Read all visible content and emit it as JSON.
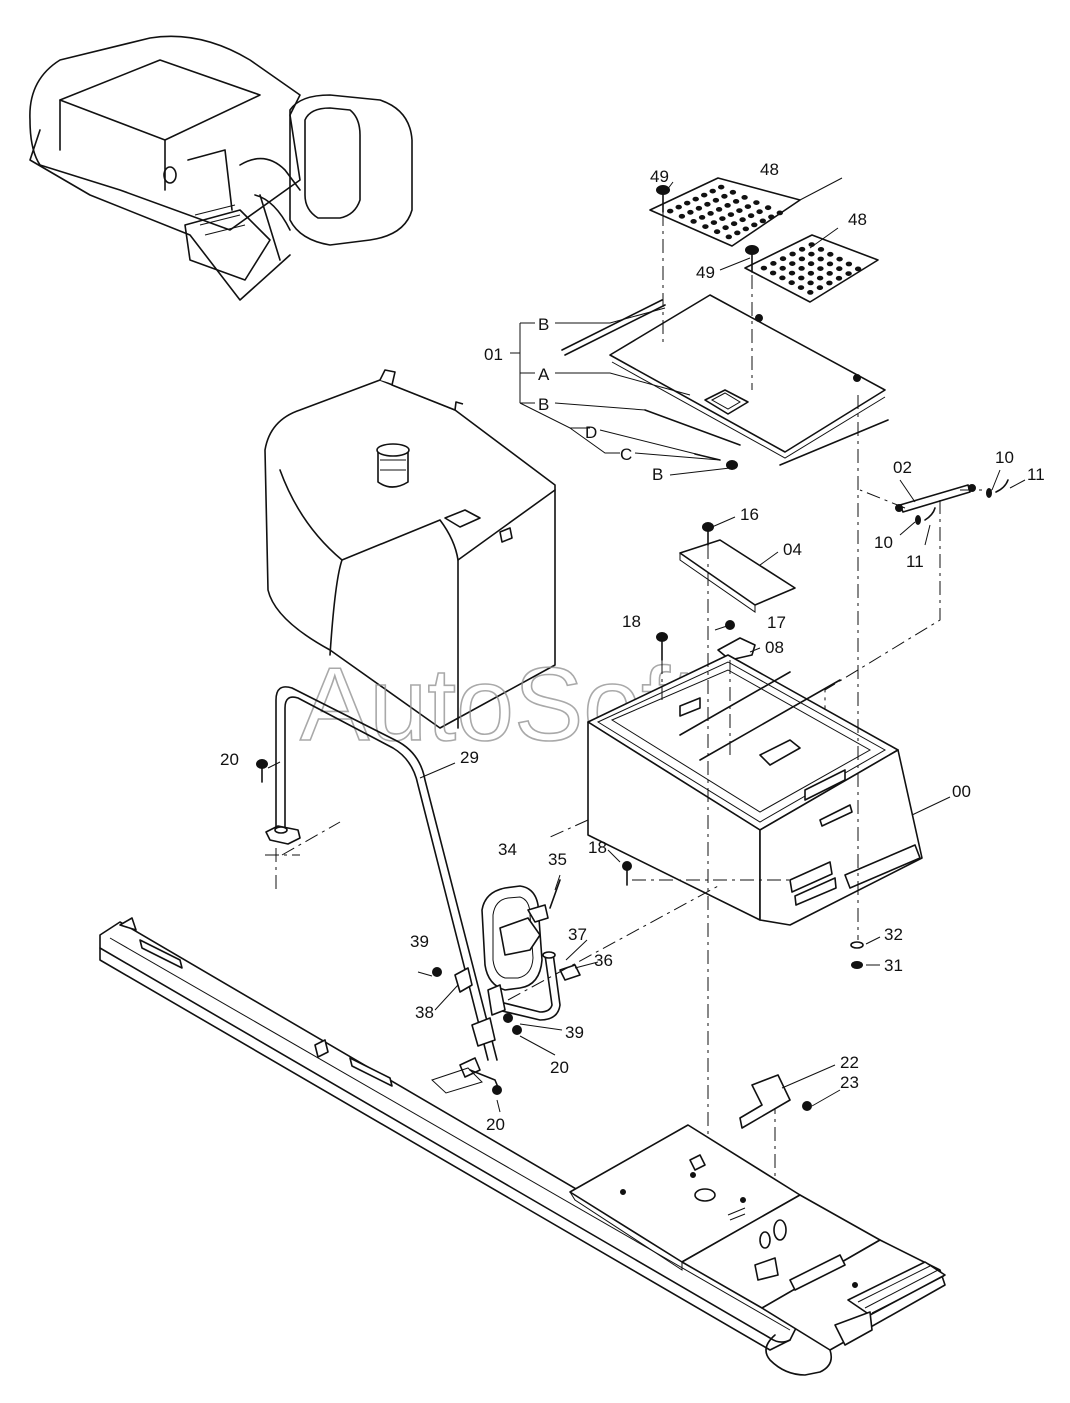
{
  "watermark": "AutoSoft",
  "callouts": [
    {
      "id": "c-49a",
      "text": "49"
    },
    {
      "id": "c-48a",
      "text": "48"
    },
    {
      "id": "c-48b",
      "text": "48"
    },
    {
      "id": "c-49b",
      "text": "49"
    },
    {
      "id": "c-B1",
      "text": "B"
    },
    {
      "id": "c-01",
      "text": "01"
    },
    {
      "id": "c-A",
      "text": "A"
    },
    {
      "id": "c-B2",
      "text": "B"
    },
    {
      "id": "c-D",
      "text": "D"
    },
    {
      "id": "c-C",
      "text": "C"
    },
    {
      "id": "c-B3",
      "text": "B"
    },
    {
      "id": "c-02",
      "text": "02"
    },
    {
      "id": "c-10a",
      "text": "10"
    },
    {
      "id": "c-11a",
      "text": "11"
    },
    {
      "id": "c-10b",
      "text": "10"
    },
    {
      "id": "c-11b",
      "text": "11"
    },
    {
      "id": "c-16",
      "text": "16"
    },
    {
      "id": "c-04",
      "text": "04"
    },
    {
      "id": "c-18a",
      "text": "18"
    },
    {
      "id": "c-17",
      "text": "17"
    },
    {
      "id": "c-08",
      "text": "08"
    },
    {
      "id": "c-00",
      "text": "00"
    },
    {
      "id": "c-18b",
      "text": "18"
    },
    {
      "id": "c-20a",
      "text": "20"
    },
    {
      "id": "c-29",
      "text": "29"
    },
    {
      "id": "c-34",
      "text": "34"
    },
    {
      "id": "c-35",
      "text": "35"
    },
    {
      "id": "c-37",
      "text": "37"
    },
    {
      "id": "c-36",
      "text": "36"
    },
    {
      "id": "c-39a",
      "text": "39"
    },
    {
      "id": "c-38",
      "text": "38"
    },
    {
      "id": "c-39b",
      "text": "39"
    },
    {
      "id": "c-20b",
      "text": "20"
    },
    {
      "id": "c-20c",
      "text": "20"
    },
    {
      "id": "c-32",
      "text": "32"
    },
    {
      "id": "c-31",
      "text": "31"
    },
    {
      "id": "c-22",
      "text": "22"
    },
    {
      "id": "c-23",
      "text": "23"
    }
  ]
}
